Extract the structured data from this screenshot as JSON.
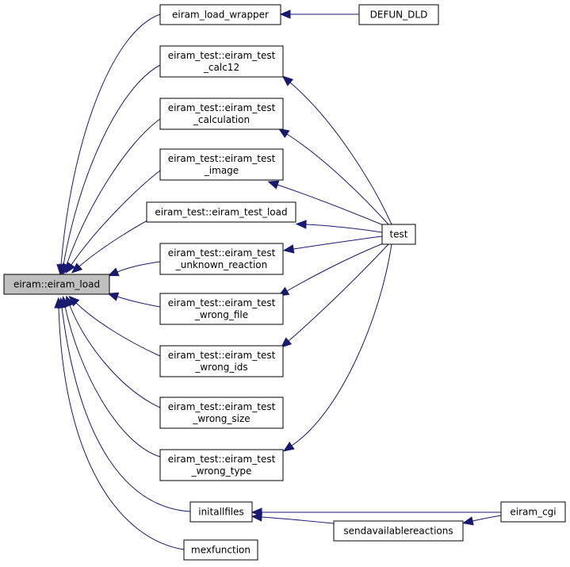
{
  "graph": {
    "nodes": [
      {
        "id": "eiram_load",
        "lines": [
          "eiram::eiram_load"
        ],
        "root": true
      },
      {
        "id": "load_wrapper",
        "lines": [
          "eiram_load_wrapper"
        ]
      },
      {
        "id": "defun_dld",
        "lines": [
          "DEFUN_DLD"
        ]
      },
      {
        "id": "calc12",
        "lines": [
          "eiram_test::eiram_test",
          "_calc12"
        ]
      },
      {
        "id": "calculation",
        "lines": [
          "eiram_test::eiram_test",
          "_calculation"
        ]
      },
      {
        "id": "image",
        "lines": [
          "eiram_test::eiram_test",
          "_image"
        ]
      },
      {
        "id": "test_load",
        "lines": [
          "eiram_test::eiram_test_load"
        ]
      },
      {
        "id": "unknown_reaction",
        "lines": [
          "eiram_test::eiram_test",
          "_unknown_reaction"
        ]
      },
      {
        "id": "wrong_file",
        "lines": [
          "eiram_test::eiram_test",
          "_wrong_file"
        ]
      },
      {
        "id": "wrong_ids",
        "lines": [
          "eiram_test::eiram_test",
          "_wrong_ids"
        ]
      },
      {
        "id": "wrong_size",
        "lines": [
          "eiram_test::eiram_test",
          "_wrong_size"
        ]
      },
      {
        "id": "wrong_type",
        "lines": [
          "eiram_test::eiram_test",
          "_wrong_type"
        ]
      },
      {
        "id": "test",
        "lines": [
          "test"
        ]
      },
      {
        "id": "initallfiles",
        "lines": [
          "initallfiles"
        ]
      },
      {
        "id": "mexfunction",
        "lines": [
          "mexfunction"
        ]
      },
      {
        "id": "sendavailablereactions",
        "lines": [
          "sendavailablereactions"
        ]
      },
      {
        "id": "eiram_cgi",
        "lines": [
          "eiram_cgi"
        ]
      }
    ],
    "edges": [
      {
        "from": "load_wrapper",
        "to": "eiram_load"
      },
      {
        "from": "calc12",
        "to": "eiram_load"
      },
      {
        "from": "calculation",
        "to": "eiram_load"
      },
      {
        "from": "image",
        "to": "eiram_load"
      },
      {
        "from": "test_load",
        "to": "eiram_load"
      },
      {
        "from": "unknown_reaction",
        "to": "eiram_load"
      },
      {
        "from": "wrong_file",
        "to": "eiram_load"
      },
      {
        "from": "wrong_ids",
        "to": "eiram_load"
      },
      {
        "from": "wrong_size",
        "to": "eiram_load"
      },
      {
        "from": "wrong_type",
        "to": "eiram_load"
      },
      {
        "from": "initallfiles",
        "to": "eiram_load"
      },
      {
        "from": "mexfunction",
        "to": "eiram_load"
      },
      {
        "from": "defun_dld",
        "to": "load_wrapper"
      },
      {
        "from": "test",
        "to": "calc12"
      },
      {
        "from": "test",
        "to": "calculation"
      },
      {
        "from": "test",
        "to": "image"
      },
      {
        "from": "test",
        "to": "test_load"
      },
      {
        "from": "test",
        "to": "unknown_reaction"
      },
      {
        "from": "test",
        "to": "wrong_file"
      },
      {
        "from": "test",
        "to": "wrong_ids"
      },
      {
        "from": "test",
        "to": "wrong_type"
      },
      {
        "from": "eiram_cgi",
        "to": "initallfiles"
      },
      {
        "from": "sendavailablereactions",
        "to": "initallfiles"
      },
      {
        "from": "eiram_cgi",
        "to": "sendavailablereactions"
      }
    ]
  },
  "colors": {
    "edge": "#191970",
    "root_fill": "#bfbfbf",
    "node_fill": "#ffffff",
    "node_border": "#000000"
  }
}
